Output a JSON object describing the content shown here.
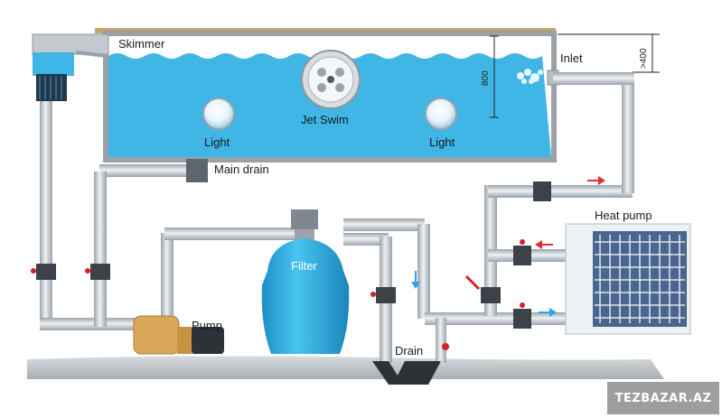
{
  "labels": {
    "skimmer": "Skimmer",
    "inlet": "Inlet",
    "jet_swim": "Jet Swim",
    "light_left": "Light",
    "light_right": "Light",
    "main_drain": "Main drain",
    "heat_pump": "Heat pump",
    "filter": "Filter",
    "pump": "Pump",
    "drain": "Drain"
  },
  "dimensions": {
    "water_depth": "800",
    "inlet_height": ">400"
  },
  "watermark": "TEZBAZAR.AZ",
  "colors": {
    "water": "#3fb6e6",
    "pipe": "#c9d0d6",
    "pipe_edge": "#8e979f",
    "valve_red": "#d3202a",
    "filter_tank": "#2fb3e8",
    "pump_body": "#d9a85a",
    "heat_pump_grille": "#4a6690",
    "ground": "#b9bec3",
    "flow_red": "#e0302f",
    "flow_blue": "#2ea3e6"
  }
}
